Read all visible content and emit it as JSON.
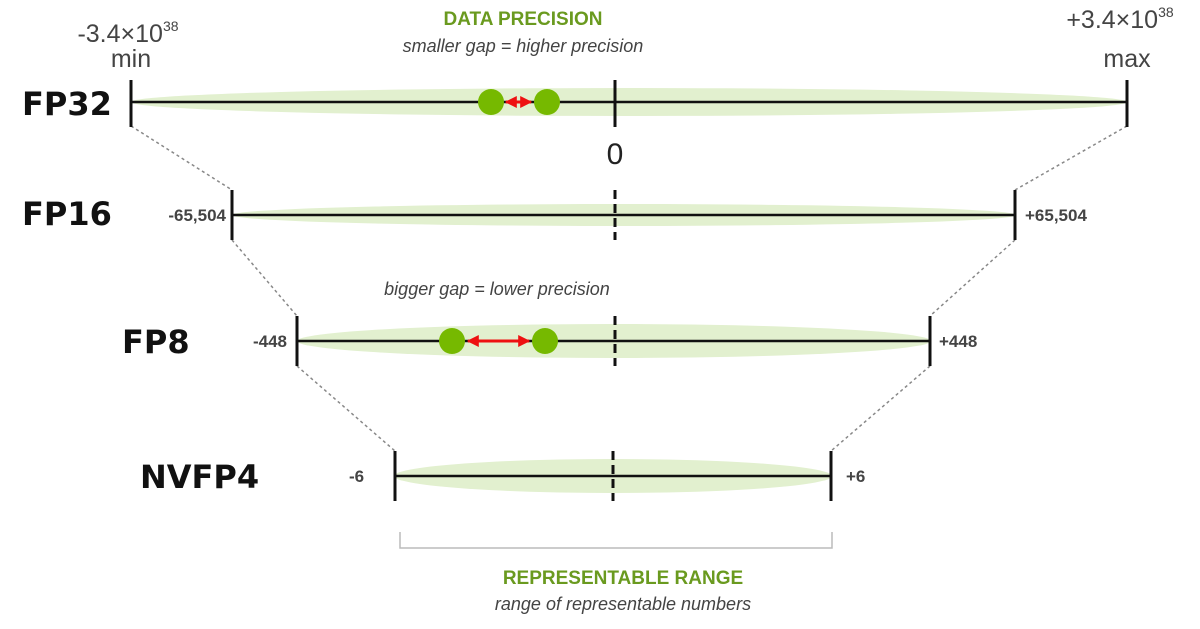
{
  "colors": {
    "accent": "#6a9a1f",
    "dot": "#76b900",
    "band": "#e2f0cf",
    "arrow": "#ee1111",
    "line": "#111111"
  },
  "precision": {
    "title": "DATA PRECISION",
    "subtitle": "smaller  gap = higher precision",
    "lower_note": "bigger gap = lower precision"
  },
  "range": {
    "title": "REPRESENTABLE RANGE",
    "subtitle": "range of representable numbers"
  },
  "fp32": {
    "label": "FP32",
    "min_base": "-3.4×10",
    "min_exp": "38",
    "min_word": "min",
    "max_base": "+3.4×10",
    "max_exp": "38",
    "max_word": "max",
    "zero": "0"
  },
  "fp16": {
    "label": "FP16",
    "min": "-65,504",
    "max": "+65,504"
  },
  "fp8": {
    "label": "FP8",
    "min": "-448",
    "max": "+448"
  },
  "nvfp4": {
    "label": "NVFP4",
    "min": "-6",
    "max": "+6"
  }
}
